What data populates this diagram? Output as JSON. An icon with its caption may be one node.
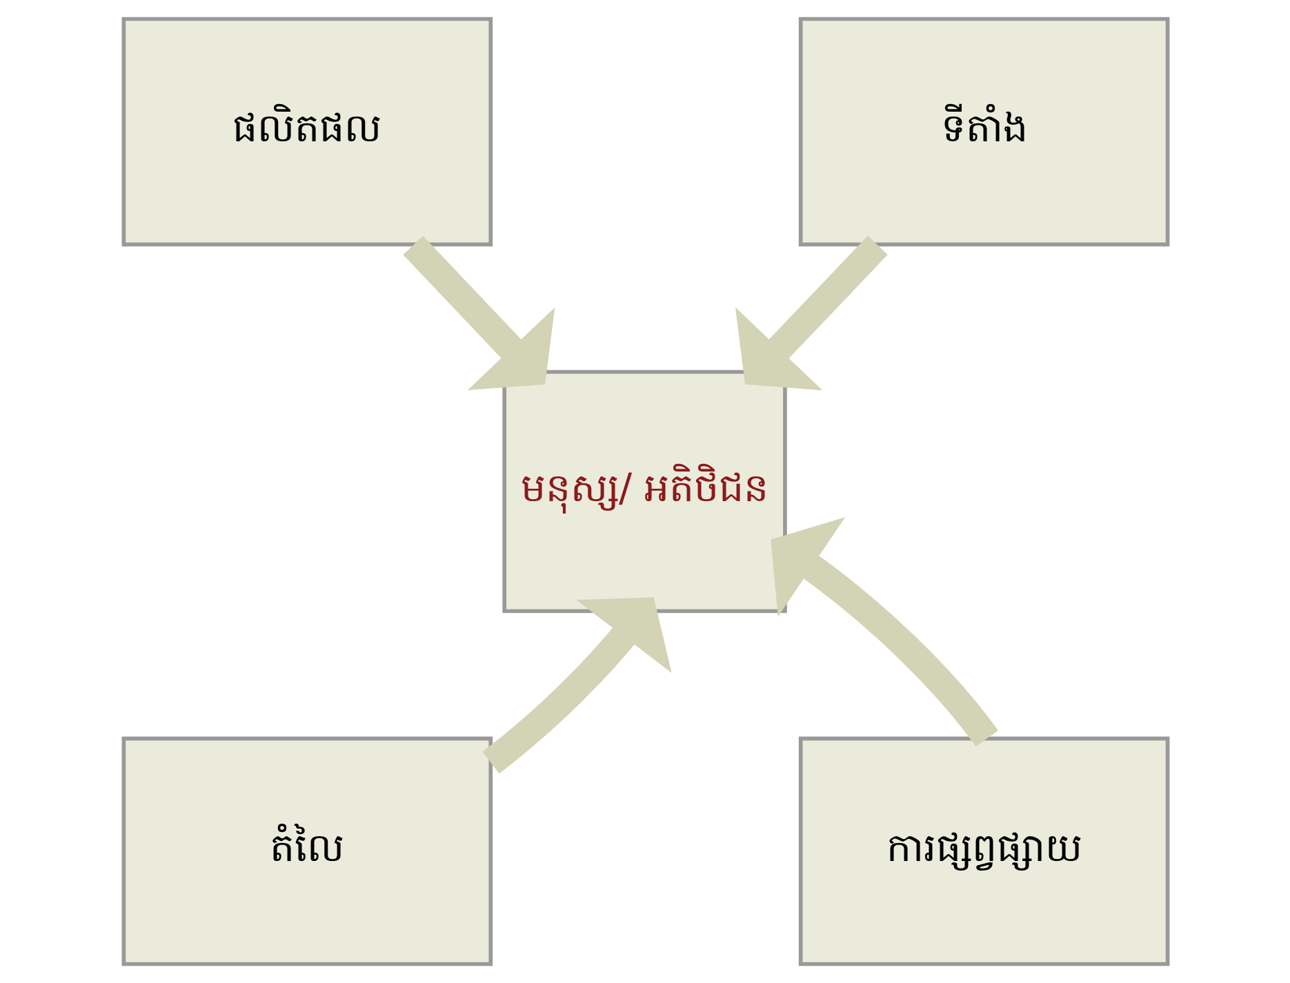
{
  "diagram": {
    "nodes": [
      {
        "text": [
          "ផលិតផល"
        ]
      },
      {
        "text": [
          "ទីតាំង"
        ]
      },
      {
        "text": [
          "មនុស្ស/ អតិថិជន"
        ]
      },
      {
        "text": [
          "តំលៃ"
        ]
      },
      {
        "text": [
          "ការផ្សព្វផ្សាយ"
        ]
      }
    ],
    "edges": [
      {
        "from": 0,
        "to": 2,
        "arrow": "to"
      },
      {
        "from": 1,
        "to": 2,
        "arrow": "to"
      },
      {
        "from": 3,
        "to": 2,
        "arrow": "to"
      },
      {
        "from": 4,
        "to": 2,
        "arrow": "to"
      }
    ]
  }
}
